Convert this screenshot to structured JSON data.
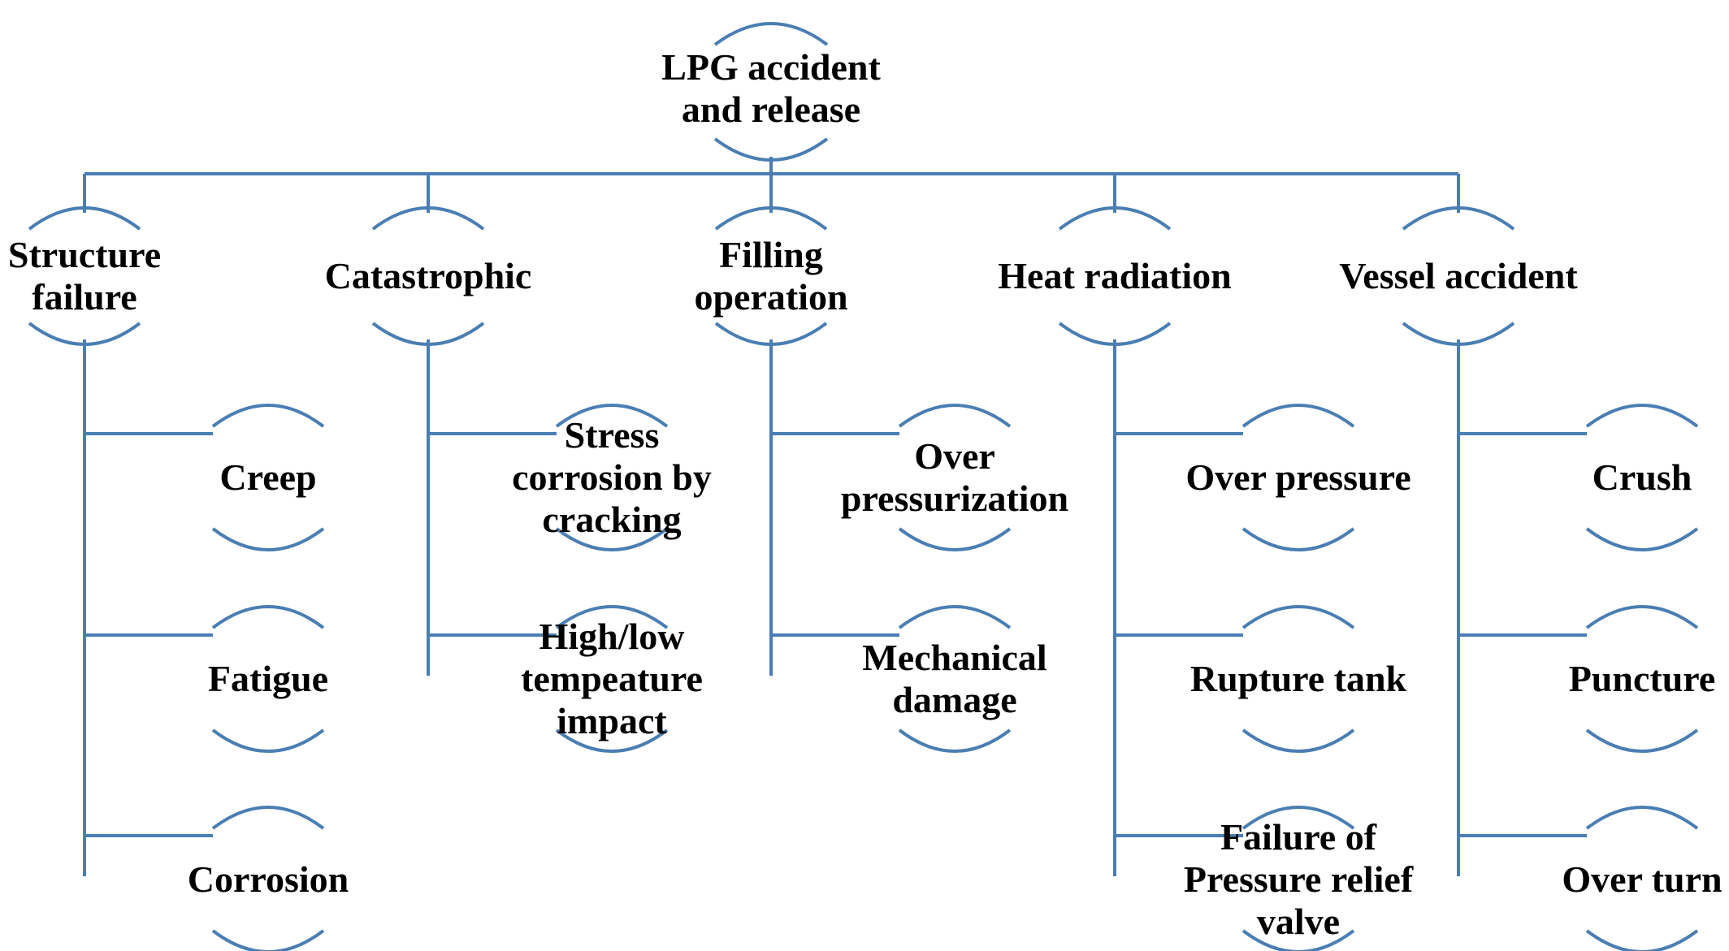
{
  "colors": {
    "line": "#4A7EB3",
    "text": "#000000",
    "background": "#FFFFFF"
  },
  "root": {
    "lines": [
      "LPG accident",
      "and release"
    ]
  },
  "categories": [
    {
      "lines": [
        "Structure",
        "failure"
      ],
      "children": [
        {
          "lines": [
            "Creep"
          ]
        },
        {
          "lines": [
            "Fatigue"
          ]
        },
        {
          "lines": [
            "Corrosion"
          ]
        }
      ]
    },
    {
      "lines": [
        "Catastrophic"
      ],
      "children": [
        {
          "lines": [
            "Stress",
            "corrosion by",
            "cracking"
          ]
        },
        {
          "lines": [
            "High/low",
            "tempeature",
            "impact"
          ]
        }
      ]
    },
    {
      "lines": [
        "Filling",
        "operation"
      ],
      "children": [
        {
          "lines": [
            "Over",
            "pressurization"
          ]
        },
        {
          "lines": [
            "Mechanical",
            "damage"
          ]
        }
      ]
    },
    {
      "lines": [
        "Heat radiation"
      ],
      "children": [
        {
          "lines": [
            "Over pressure"
          ]
        },
        {
          "lines": [
            "Rupture tank"
          ]
        },
        {
          "lines": [
            "Failure of",
            "Pressure relief",
            "valve"
          ]
        }
      ]
    },
    {
      "lines": [
        "Vessel accident"
      ],
      "children": [
        {
          "lines": [
            "Crush"
          ]
        },
        {
          "lines": [
            "Puncture"
          ]
        },
        {
          "lines": [
            "Over turn"
          ]
        }
      ]
    }
  ]
}
